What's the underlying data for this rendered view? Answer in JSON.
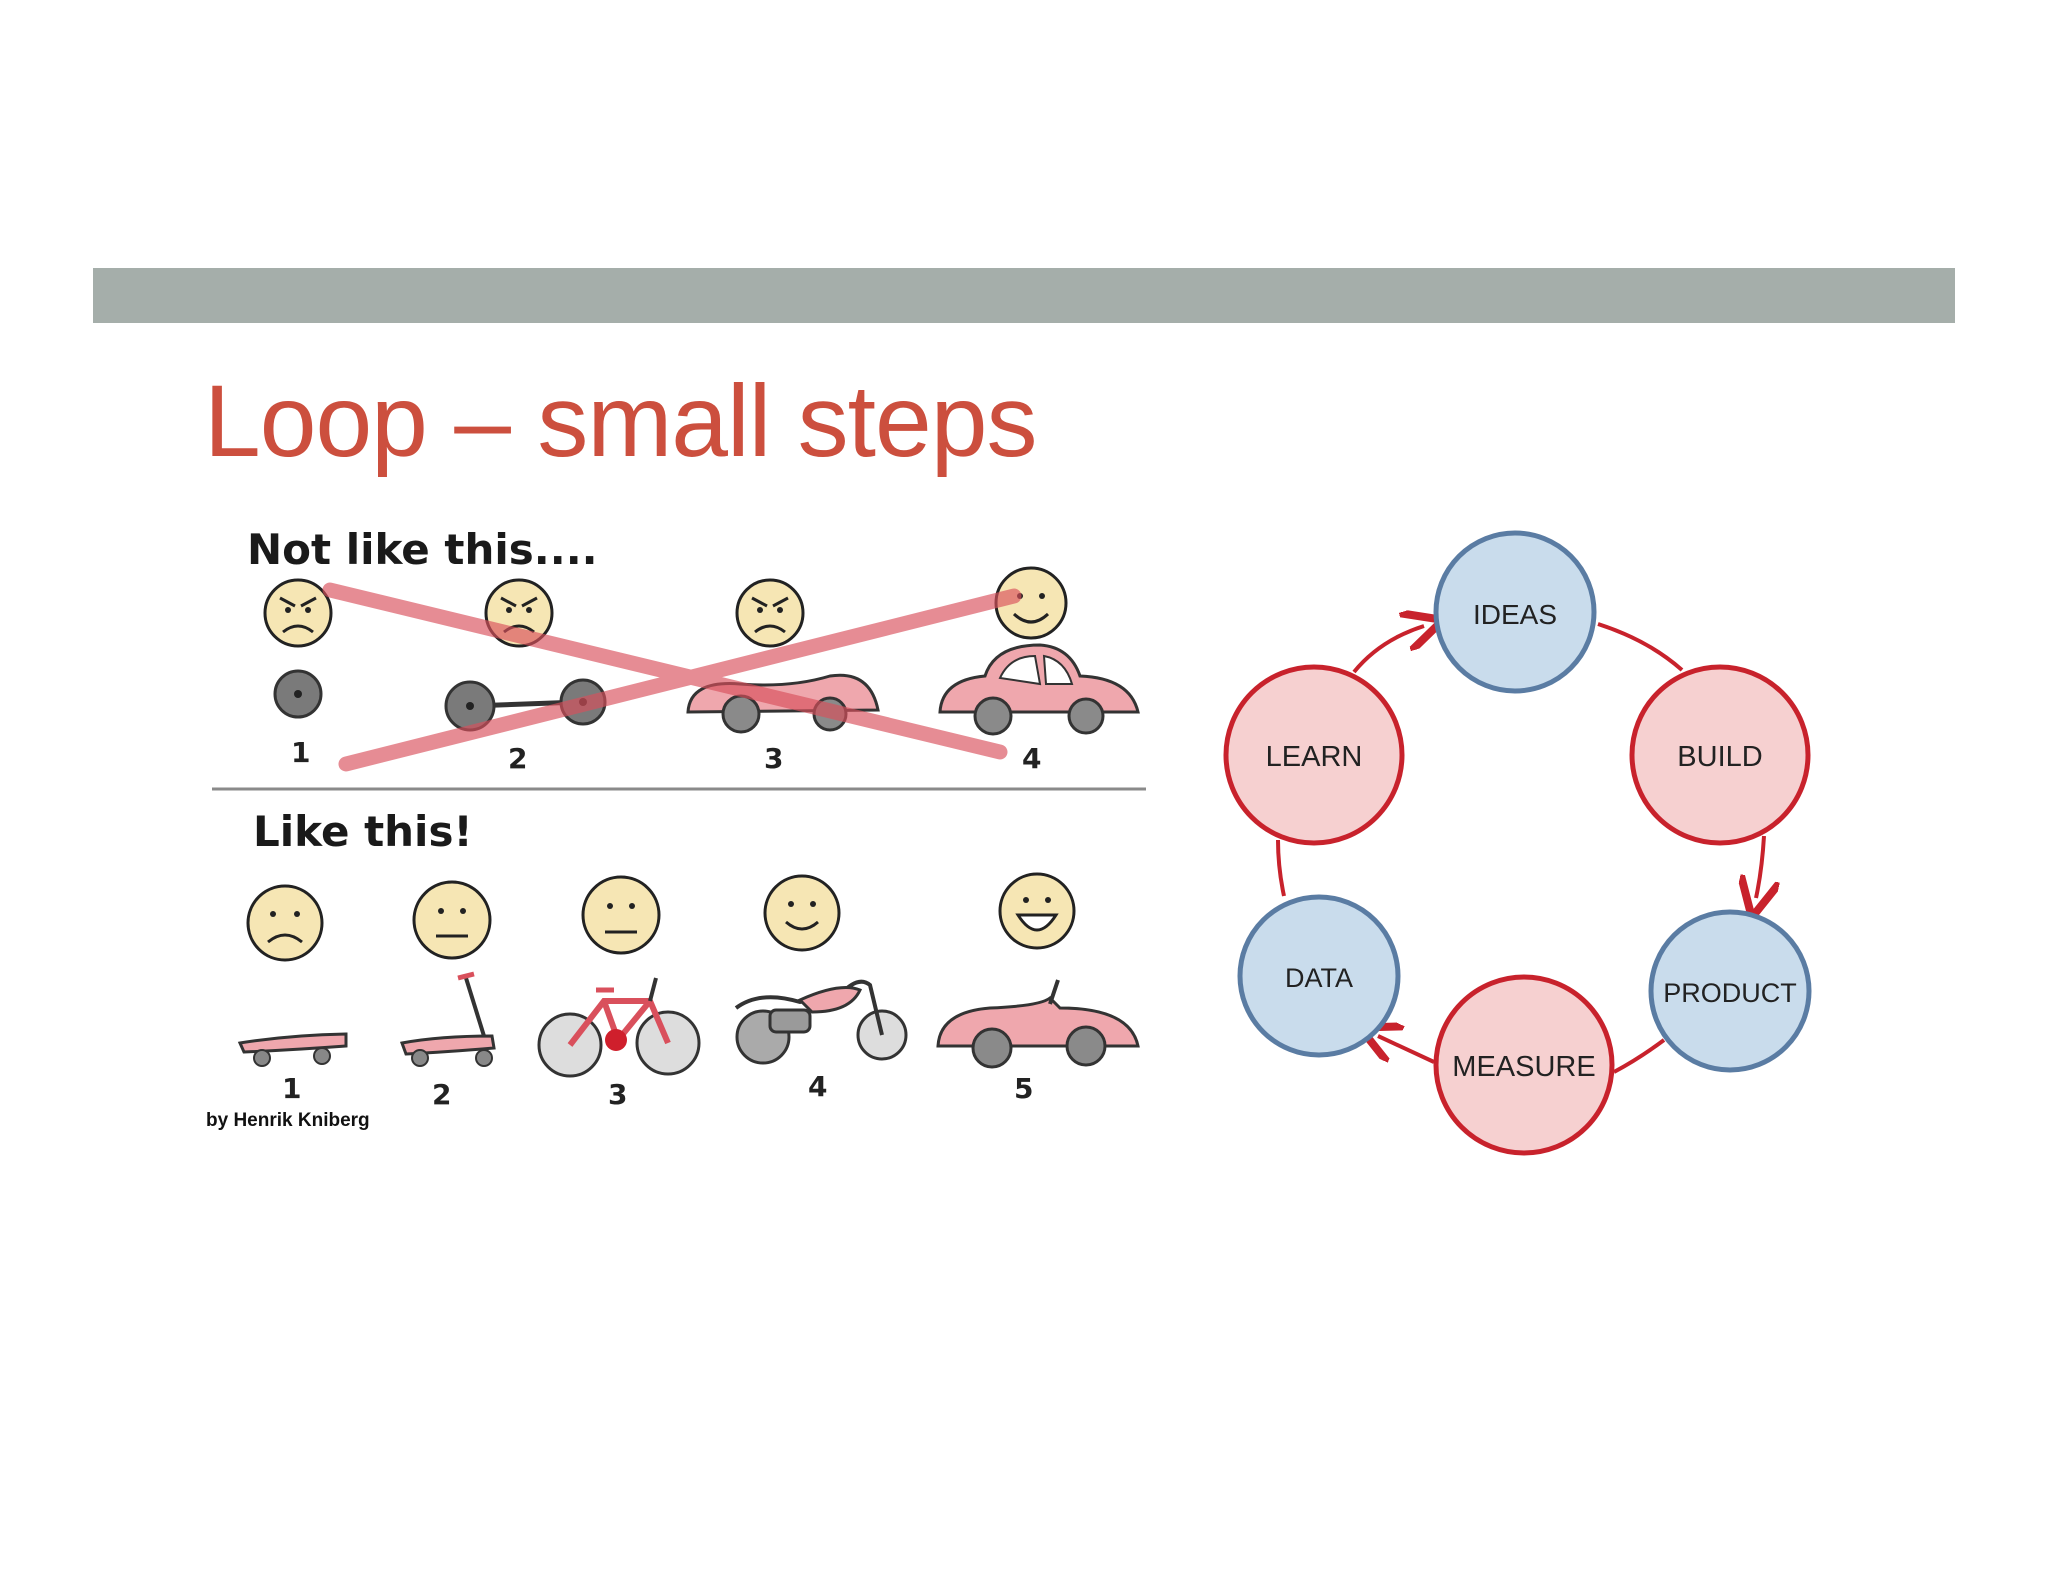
{
  "slide": {
    "title": "Loop – small steps"
  },
  "comic": {
    "bad_heading": "Not like this....",
    "bad_steps": [
      "1",
      "2",
      "3",
      "4"
    ],
    "good_heading": "Like this!",
    "good_steps": [
      "1",
      "2",
      "3",
      "4",
      "5"
    ],
    "credit": "by Henrik Kniberg",
    "bad_vehicles": [
      "wheel-icon",
      "chassis-icon",
      "car-body-icon",
      "car-icon"
    ],
    "good_vehicles": [
      "skateboard-icon",
      "scooter-icon",
      "bicycle-icon",
      "motorcycle-icon",
      "convertible-icon"
    ]
  },
  "cycle": {
    "nodes": [
      "IDEAS",
      "BUILD",
      "PRODUCT",
      "MEASURE",
      "DATA",
      "LEARN"
    ],
    "colors": {
      "blue_fill": "#c9dcec",
      "blue_stroke": "#5a7ca3",
      "red_fill": "#f6d0d0",
      "red_stroke": "#c8222c"
    }
  }
}
